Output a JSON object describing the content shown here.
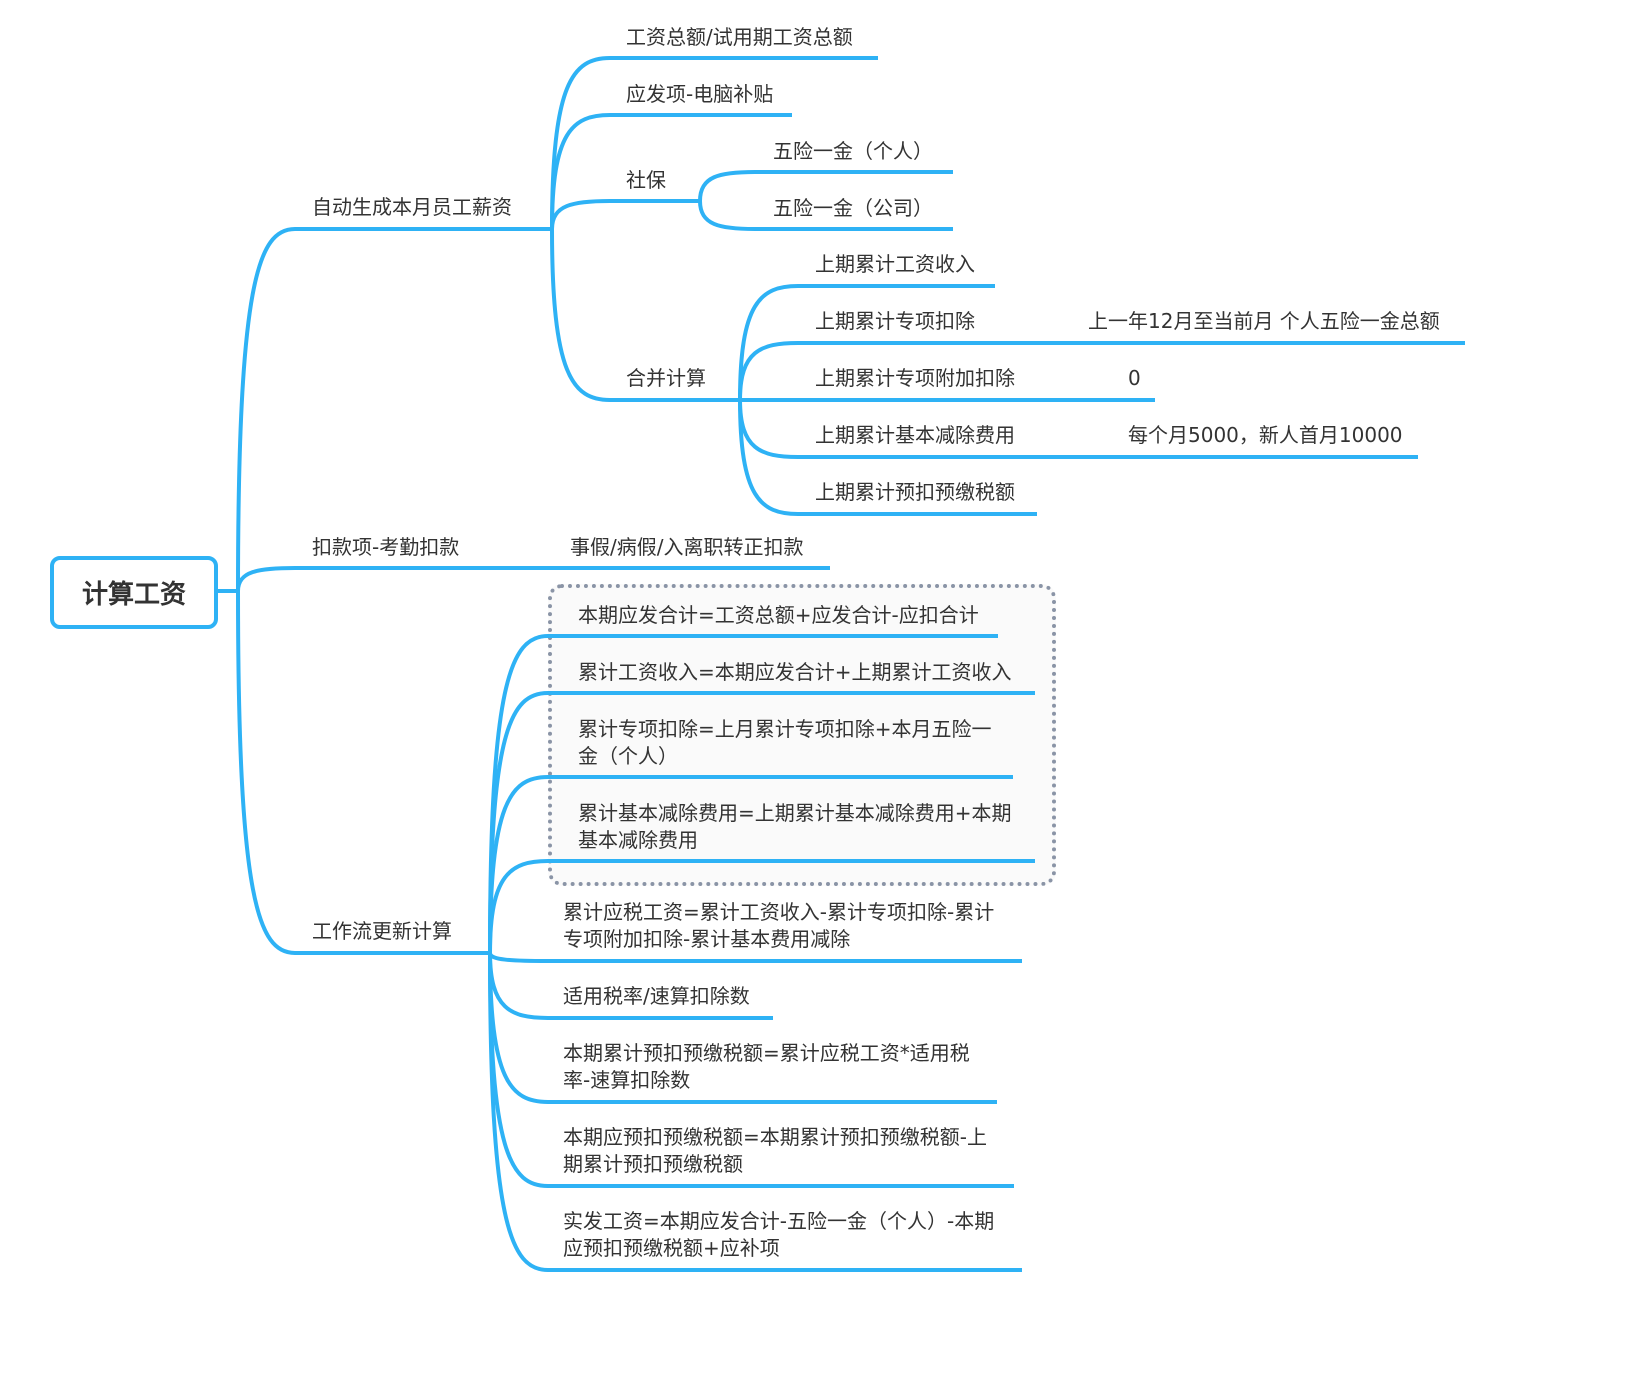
{
  "root": {
    "label": "计算工资"
  },
  "branches": {
    "auto": {
      "label": "自动生成本月员工薪资",
      "gross": "工资总额/试用期工资总额",
      "allowance": "应发项-电脑补贴",
      "social": {
        "label": "社保",
        "personal": "五险一金（个人）",
        "company": "五险一金（公司）"
      },
      "merge": {
        "label": "合并计算",
        "prev_income": "上期累计工资收入",
        "prev_special": "上期累计专项扣除",
        "prev_special_note": "上一年12月至当前月 个人五险一金总额",
        "prev_additional": "上期累计专项附加扣除",
        "prev_additional_note": "0",
        "prev_basic": "上期累计基本减除费用",
        "prev_basic_note": "每个月5000，新人首月10000",
        "prev_tax": "上期累计预扣预缴税额"
      }
    },
    "deduct": {
      "label": "扣款项-考勤扣款",
      "child": "事假/病假/入离职转正扣款"
    },
    "workflow": {
      "label": "工作流更新计算",
      "items": [
        [
          "本期应发合计=工资总额+应发合计-应扣合计"
        ],
        [
          "累计工资收入=本期应发合计+上期累计工资收入"
        ],
        [
          "累计专项扣除=上月累计专项扣除+本月五险一",
          "金（个人）"
        ],
        [
          "累计基本减除费用=上期累计基本减除费用+本期",
          "基本减除费用"
        ],
        [
          "累计应税工资=累计工资收入-累计专项扣除-累计",
          "专项附加扣除-累计基本费用减除"
        ],
        [
          "适用税率/速算扣除数"
        ],
        [
          "本期累计预扣预缴税额=累计应税工资*适用税",
          "率-速算扣除数"
        ],
        [
          "本期应预扣预缴税额=本期累计预扣预缴税额-上",
          "期累计预扣预缴税额"
        ],
        [
          "实发工资=本期应发合计-五险一金（个人）-本期",
          "应预扣预缴税额+应补项"
        ]
      ]
    }
  },
  "colors": {
    "line": "#2eb2f5",
    "text": "#333333",
    "boundary": "#8a94a6"
  }
}
